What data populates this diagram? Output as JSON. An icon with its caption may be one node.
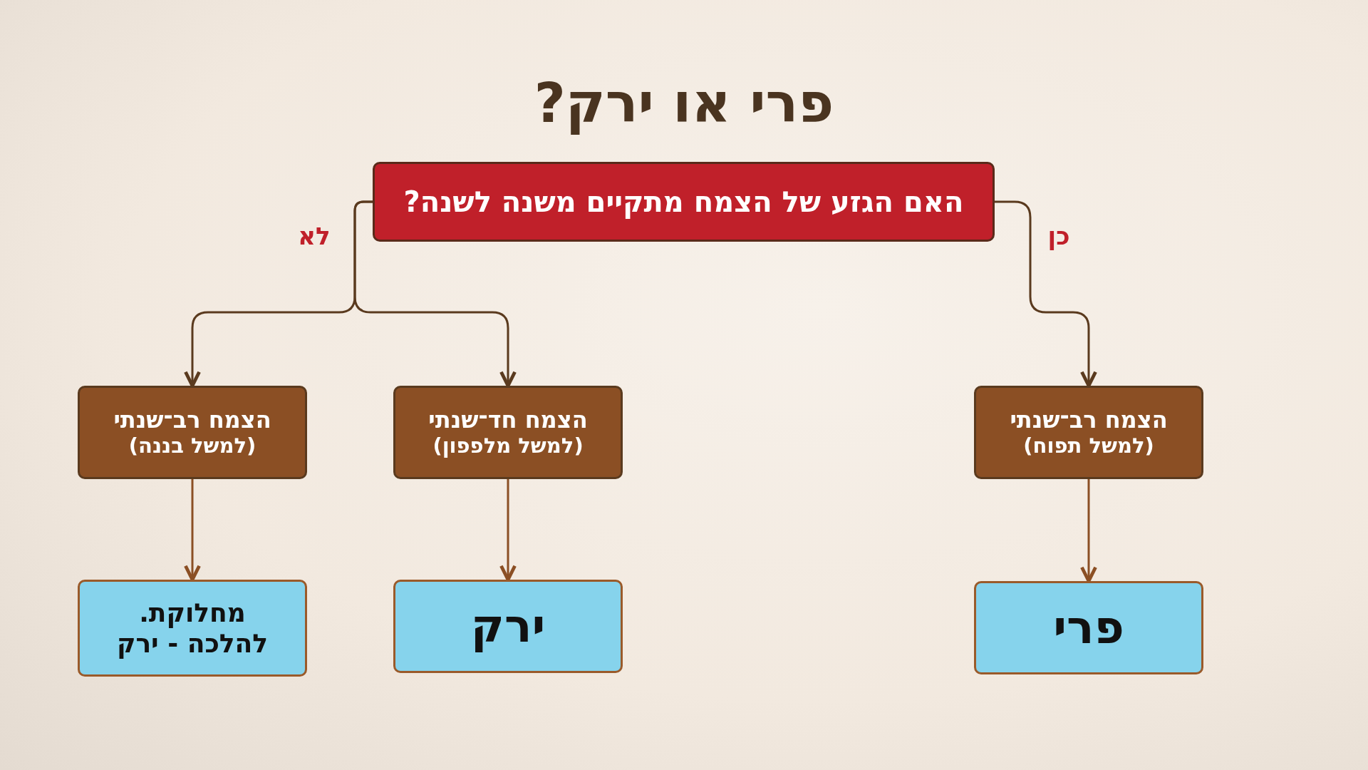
{
  "diagram": {
    "title": "פרי או ירק?",
    "nodes": [
      {
        "text": [
          "האם הגזע של הצמח מתקיים משנה לשנה?"
        ]
      },
      {
        "text": [
          "הצמח רב־שנתי",
          "(למשל בננה)"
        ]
      },
      {
        "text": [
          "הצמח חד־שנתי",
          "(למשל מלפפון)"
        ]
      },
      {
        "text": [
          "הצמח רב־שנתי",
          "(למשל תפוח)"
        ]
      },
      {
        "text": [
          "מחלוקת.",
          "להלכה - ירק"
        ]
      },
      {
        "text": [
          "ירק"
        ]
      },
      {
        "text": [
          "פרי"
        ]
      }
    ],
    "edges": [
      {
        "from": 0,
        "to": 1,
        "arrow": "to",
        "label": "לא"
      },
      {
        "from": 0,
        "to": 2,
        "arrow": "to"
      },
      {
        "from": 0,
        "to": 3,
        "arrow": "to",
        "label": "כן"
      },
      {
        "from": 1,
        "to": 4,
        "arrow": "to",
        "color": "#8b4f24"
      },
      {
        "from": 2,
        "to": 5,
        "arrow": "to",
        "color": "#8b4f24"
      },
      {
        "from": 3,
        "to": 6,
        "arrow": "to",
        "color": "#8b4f24"
      }
    ]
  }
}
